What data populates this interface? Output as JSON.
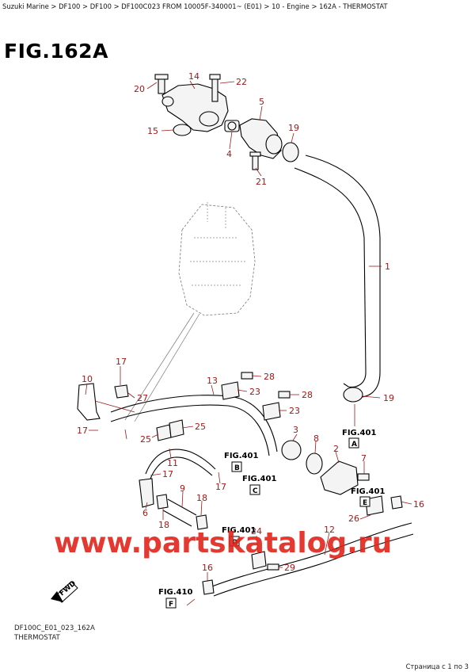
{
  "header": {
    "breadcrumb": "Suzuki Marine > DF100 > DF100 > DF100C023 FROM 10005F-340001~ (E01) > 10 - Engine > 162A - THERMOSTAT"
  },
  "figure": {
    "title": "FIG.162A",
    "footer_code": "DF100C_E01_023_162A",
    "footer_name": "THERMOSTAT",
    "watermark": "www.partskatalog.ru",
    "fwd_label": "FWD"
  },
  "callouts": [
    "20",
    "14",
    "22",
    "5",
    "15",
    "4",
    "19",
    "21",
    "1",
    "10",
    "17",
    "27",
    "13",
    "28",
    "23",
    "28",
    "23",
    "19",
    "17",
    "25",
    "3",
    "8",
    "2",
    "25",
    "11",
    "7",
    "17",
    "9",
    "18",
    "6",
    "18",
    "17",
    "24",
    "12",
    "26",
    "16",
    "29",
    "16"
  ],
  "fig_refs": [
    {
      "label": "FIG.401",
      "box": "A"
    },
    {
      "label": "FIG.401",
      "box": "B"
    },
    {
      "label": "FIG.401",
      "box": "C"
    },
    {
      "label": "FIG.401",
      "box": "E"
    },
    {
      "label": "FIG.401",
      "box": "D"
    },
    {
      "label": "FIG.410",
      "box": "F"
    }
  ],
  "pager": "Страница с 1 по 3"
}
